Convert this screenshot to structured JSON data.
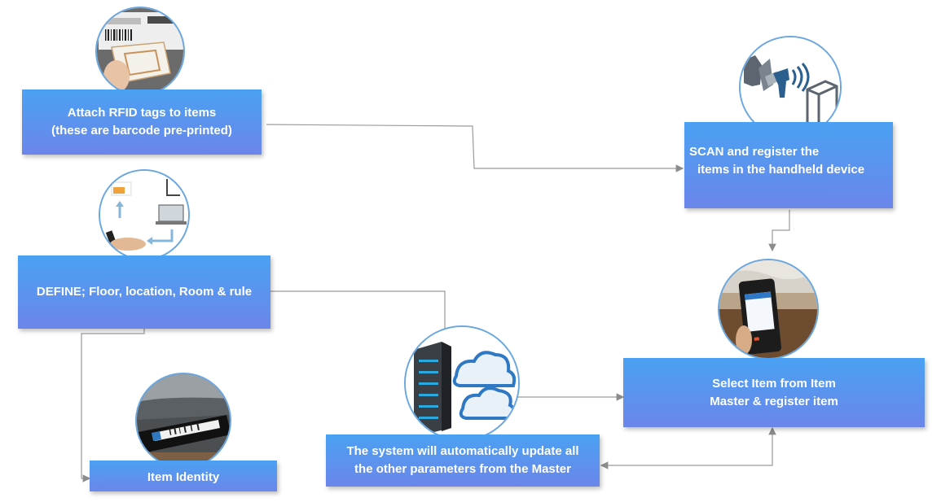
{
  "steps": {
    "attach": {
      "line1": "Attach RFID tags to items",
      "line2": "(these are barcode pre-printed)"
    },
    "scan": {
      "line1": "SCAN and register the",
      "line2": "items in the handheld device"
    },
    "define": {
      "line1": "DEFINE; Floor, location, Room & rule"
    },
    "select": {
      "line1": "Select Item from Item",
      "line2": "Master & register item"
    },
    "system": {
      "line1": "The system will automatically update all",
      "line2": "the other parameters from the Master"
    },
    "identity": {
      "line1": "Item Identity"
    }
  },
  "icons": [
    "rfid-tag-photo-icon",
    "rfid-scanner-icon",
    "workflow-devices-icon",
    "handheld-device-photo-icon",
    "server-cloud-icon",
    "item-tag-photo-icon"
  ],
  "colors": {
    "box_top": "#4aa1f3",
    "box_bottom": "#6b86ea",
    "circle_border": "#6aa7e0",
    "connector": "#9a9a9a"
  }
}
